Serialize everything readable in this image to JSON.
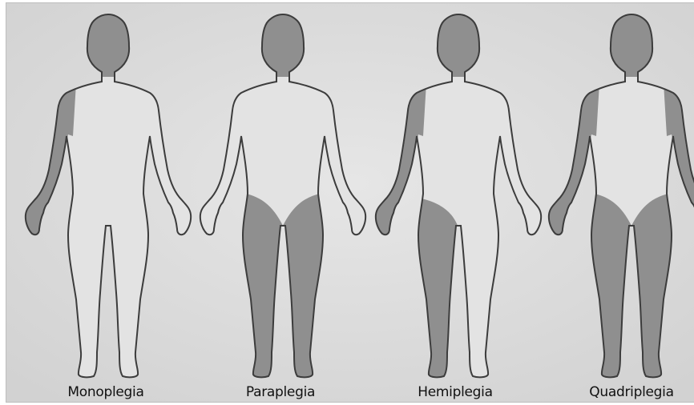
{
  "figures": [
    {
      "label": "Monoplegia"
    },
    {
      "label": "Paraplegia"
    },
    {
      "label": "Hemiplegia"
    },
    {
      "label": "Quadriplegia"
    }
  ],
  "colors": {
    "background": "#dcdcdc",
    "unaffected": "#e3e3e3",
    "affected": "#8f8f8f",
    "outline": "#3c3c3c"
  }
}
